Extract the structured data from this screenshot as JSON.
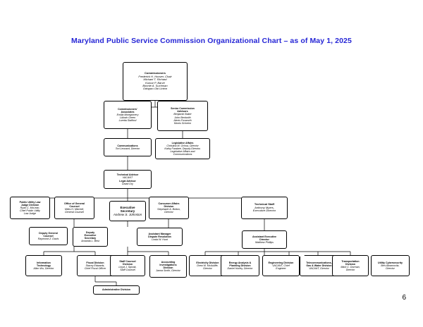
{
  "document": {
    "title": "Maryland Public Service Commission Organizational Chart – as of May 1, 2025",
    "page_number": "6"
  },
  "nodes": {
    "commissioners": {
      "title": "Commissioners",
      "sub": "Frederick H. Hoover, Chair\nMichael T. Richard\nKumar P. Barve\nBonnie A. Suchman\nOdogwu Obi Linton"
    },
    "commissioners_associates": {
      "title": "Commissioners'\nAssociates",
      "sub": "Emilia Montgomery\nLiAnah Green\nLoretta Stafford"
    },
    "senior_commission_advisors": {
      "title": "Senior Commission\nAdvisors",
      "sub": "Benjamin Baker\nJohn Beckwith\nAlexis Foxworth\nMorris Schreim"
    },
    "communications": {
      "title": "Communications",
      "sub": "Tori Leonard, Director"
    },
    "legislative_affairs": {
      "title": "Legislative Affairs",
      "sub": "Christina M. Ochoa, Director\nKathy Farabee, Deputy Director,\nLegislative Affairs and\nCommunications"
    },
    "technical_legal_advisor": {
      "title": "Technical Advisor",
      "sub": "VACANT",
      "title2": "Legal Advisor",
      "sub2": "David Ory"
    },
    "public_utility_law_judge": {
      "title": "Public Utility Law\nJudge Division",
      "sub": "Ryan C. McLean,\nChief Public Utility\nLaw Judge"
    },
    "office_of_general_counsel": {
      "title": "Office of General\nCounsel",
      "sub": "Miles H. Mitchell,\nGeneral Counsel"
    },
    "executive_secretary": {
      "title": "Executive\nSecretary",
      "sub": "Andrew S. Johnston"
    },
    "consumer_affairs": {
      "title": "Consumer Affairs\nDivision",
      "sub": "Stephanie A. Bolton,\nDirector"
    },
    "technical_staff": {
      "title": "Technical Staff",
      "sub": "Anthony Myers,\nExecutive Director"
    },
    "deputy_general_counsel": {
      "title": "Deputy General\nCounsel",
      "sub": "Raymond Z. Davis"
    },
    "deputy_executive_secretary": {
      "title": "Deputy\nExecutive\nSecretary",
      "sub": "Amanda L. Best"
    },
    "assistant_manager_dispute_resolution": {
      "title": "Assistant Manager\nDispute Resolution",
      "sub": "Linda W. Hunt"
    },
    "assistant_executive_director": {
      "title": "Assistant Executive\nDirector",
      "sub": "Matthew Phillips"
    },
    "information_technology": {
      "title": "Information\nTechnology",
      "sub": "Allen Wu, Director"
    },
    "fiscal_division": {
      "title": "Fiscal Division",
      "sub": "Stacey Edwards,\nChief Fiscal Officer"
    },
    "staff_counsel": {
      "title": "Staff Counsel\nDivision",
      "sub": "Lloyd J. Spivak,\nStaff Counsel"
    },
    "accounting_investigations": {
      "title": "Accounting\nInvestigations\nDivision",
      "sub": "Janna Smith, Director"
    },
    "electricity_division": {
      "title": "Electricity Division",
      "sub": "Drew M. McAuliffe,\nDirector"
    },
    "energy_analysis_planning": {
      "title": "Energy Analysis &\nPlanning Division",
      "sub": "Daniel Hurley, Director"
    },
    "engineering_division": {
      "title": "Engineering Division",
      "sub": "VACANT, Chief\nEngineer"
    },
    "telecom_gas_water": {
      "title": "Telecommunications,\nGas & Water Division",
      "sub": "VACANT, Director"
    },
    "transportation_division": {
      "title": "Transportation\nDivision",
      "sub": "Mark C. Dorman,\nDirector"
    },
    "utility_cybersecurity": {
      "title": "Utility Cybersecurity",
      "sub": "Ben Abramovitz,\nDirector"
    },
    "administrative_division": {
      "title": "Administrative Division",
      "sub": ""
    }
  }
}
